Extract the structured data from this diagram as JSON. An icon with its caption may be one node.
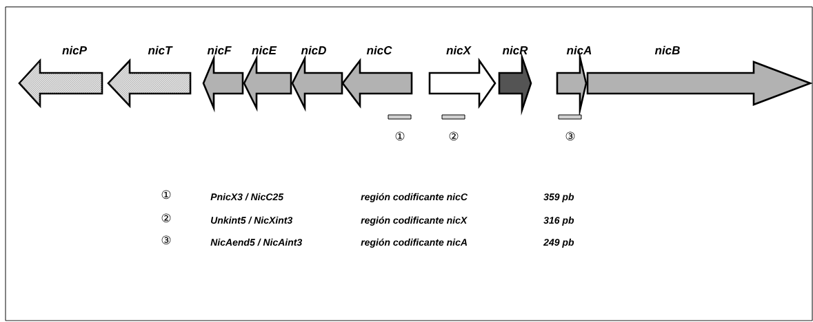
{
  "diagram": {
    "nodes": [
      {
        "text": [
          "nicP"
        ]
      },
      {
        "text": [
          "nicT"
        ]
      },
      {
        "text": [
          "nicF"
        ]
      },
      {
        "text": [
          "nicE"
        ]
      },
      {
        "text": [
          "nicD"
        ]
      },
      {
        "text": [
          "nicC"
        ]
      },
      {
        "text": [
          "nicX"
        ]
      },
      {
        "text": [
          "nicR"
        ]
      },
      {
        "text": [
          "nicA"
        ]
      },
      {
        "text": [
          "nicB"
        ]
      },
      {
        "text": [],
        "shape": "bar",
        "beside": [
          "①"
        ]
      },
      {
        "text": [],
        "shape": "bar",
        "beside": [
          "②"
        ]
      },
      {
        "text": [],
        "shape": "bar",
        "beside": [
          "③"
        ]
      }
    ],
    "labels": [
      "①",
      "PnicX3 / NicC25",
      "región codificante nicC",
      "359 pb",
      "②",
      "Unkint5 / NicXint3",
      "región codificante nicX",
      "316 pb",
      "③",
      "NicAend5 / NicAint3",
      "región codificante nicA",
      "249 pb"
    ]
  }
}
